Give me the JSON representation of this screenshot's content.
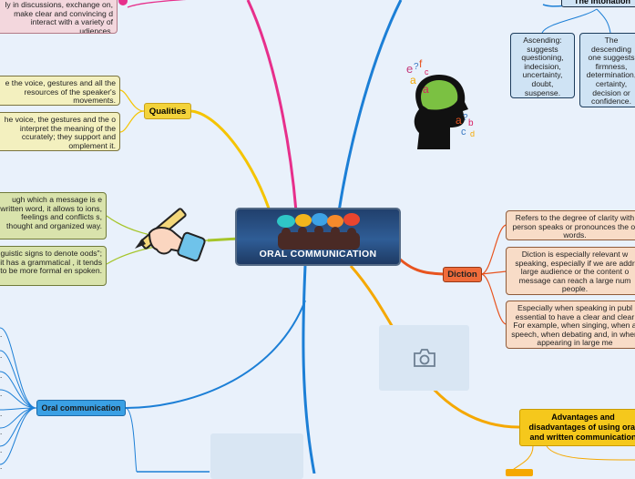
{
  "center": {
    "title": "ORAL COMMUNICATION"
  },
  "branches": {
    "qualities": "Qualities",
    "diction": "Diction",
    "oral_communication": "Oral communication",
    "intonation": "The intonation",
    "advantages": "Advantages and disadvantages of using oral and written communication"
  },
  "notes": {
    "pink_top": "ly in discussions, exchange on, make clear and convincing d interact with a variety of udiences.",
    "qual_1": "e the voice, gestures and all the resources of the speaker's movements.",
    "qual_2": "he voice, the gestures and the o interpret the meaning of the ccurately; they support and omplement it.",
    "green_1": "ugh which a message is e written word, it allows to ions, feelings and conflicts s, thought and organized way.",
    "green_2": "guistic signs to denote oods\"; it has a grammatical , it tends to be more formal en spoken.",
    "ascending": "Ascending: suggests questioning, indecision, uncertainty, doubt, suspense.",
    "descending": "The descending one suggests firmness, determination, certainty, decision or confidence.",
    "diction_1": "Refers to the degree of clarity with person speaks or pronounces the of words.",
    "diction_2": "Diction is especially relevant w speaking, especially if we are addr large audience or the content o message can reach a large num people.",
    "diction_3": "Especially when speaking in publ essential to have a clear and clear For example, when singing, when a speech, when debating and, in when appearing in large me"
  },
  "left_items": [
    ".",
    ".",
    ".",
    ".",
    ".",
    ".",
    ".",
    "."
  ],
  "colors": {
    "background": "#e9f1fb",
    "center": "#2a4f82",
    "pink_branch": "#e72f8b",
    "yellow_branch": "#f5c400",
    "blue_branch": "#1c7fd6",
    "green_branch": "#a6c52a",
    "orange_branch": "#e8541f",
    "gold_branch": "#f5a800"
  },
  "icons": [
    "people-speech-icon",
    "hand-pencil-icon",
    "thinking-head-icon",
    "camera-icon"
  ]
}
